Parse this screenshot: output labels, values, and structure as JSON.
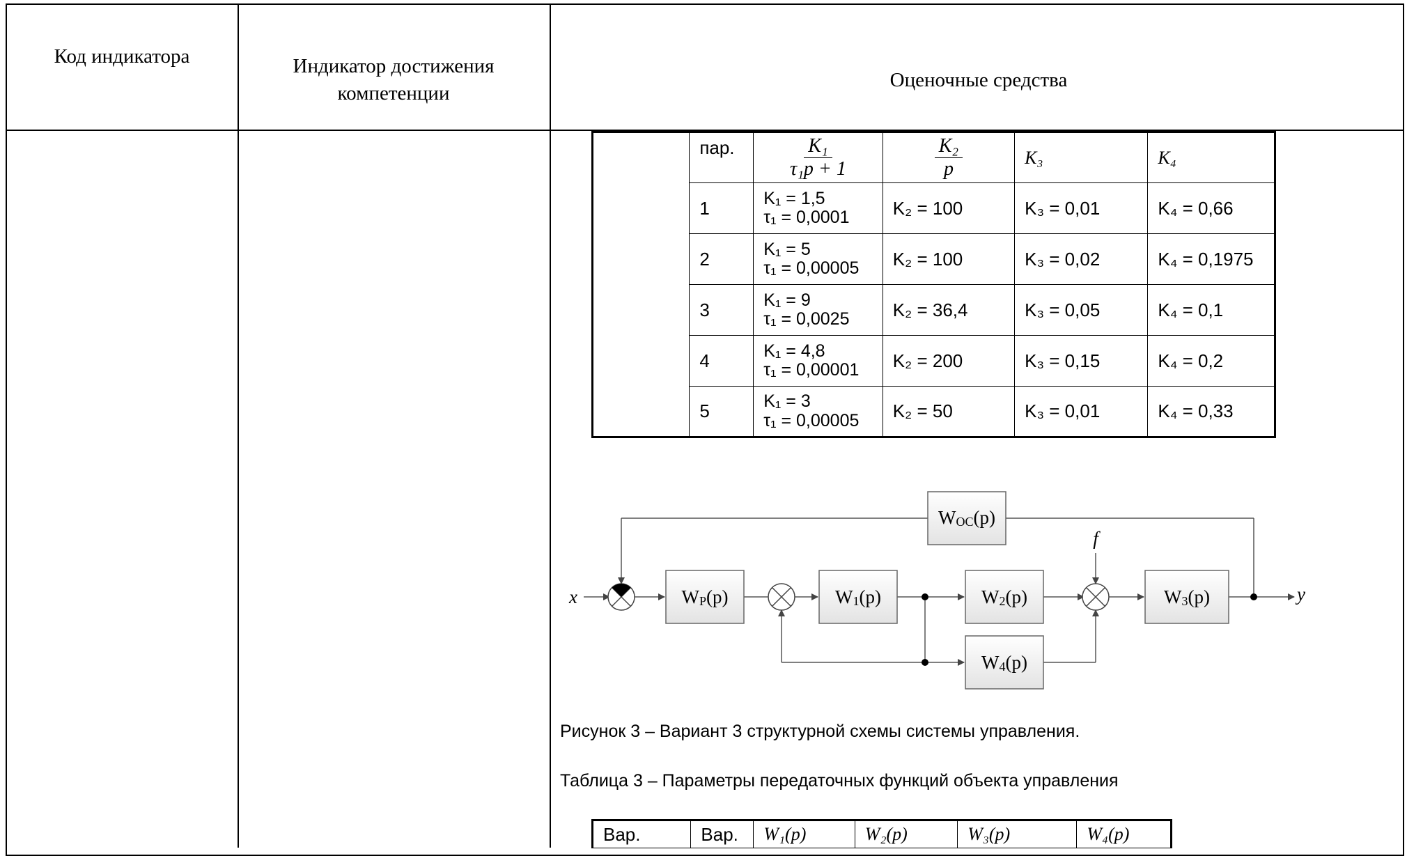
{
  "header": {
    "col1": "Код индикатора",
    "col2": "Индикатор достижения компетенции",
    "col3": "Оценочные средства"
  },
  "table_params": {
    "header": {
      "c1": "пар.",
      "c2_num": "K₁",
      "c2_den": "τ₁p + 1",
      "c3_num": "K₂",
      "c3_den": "p",
      "c4": "K₃",
      "c5": "K₄"
    },
    "rows": [
      {
        "n": "1",
        "k1": "K₁ = 1,5",
        "t1": "τ₁ = 0,0001",
        "k2": "K₂ = 100",
        "k3": "K₃ = 0,01",
        "k4": "K₄ = 0,66"
      },
      {
        "n": "2",
        "k1": "K₁ = 5",
        "t1": "τ₁ = 0,00005",
        "k2": "K₂ = 100",
        "k3": "K₃ = 0,02",
        "k4": "K₄ = 0,1975"
      },
      {
        "n": "3",
        "k1": "K₁ = 9",
        "t1": "τ₁ = 0,0025",
        "k2": "K₂ = 36,4",
        "k3": "K₃ = 0,05",
        "k4": "K₄ = 0,1"
      },
      {
        "n": "4",
        "k1": "K₁ = 4,8",
        "t1": "τ₁ = 0,00001",
        "k2": "K₂ = 200",
        "k3": "K₃ = 0,15",
        "k4": "K₄ = 0,2"
      },
      {
        "n": "5",
        "k1": "K₁ = 3",
        "t1": "τ₁ = 0,00005",
        "k2": "K₂ = 50",
        "k3": "K₃ = 0,01",
        "k4": "K₄ = 0,33"
      }
    ]
  },
  "diagram": {
    "input": "x",
    "output": "y",
    "disturbance": "f",
    "blocks": {
      "woc": "W",
      "woc_sub": "OC",
      "wp": "W",
      "wp_sub": "P",
      "w1": "W",
      "w1_sub": "1",
      "w2": "W",
      "w2_sub": "2",
      "w3": "W",
      "w3_sub": "3",
      "w4": "W",
      "w4_sub": "4",
      "arg": "(p)"
    }
  },
  "figure_caption": "Рисунок 3 – Вариант 3 структурной схемы системы управления.",
  "table_caption": "Таблица 3 – Параметры передаточных функций объекта управления",
  "table3_header": [
    "Вар.",
    "Вар.",
    "W₁(p)",
    "W₂(p)",
    "W₃(p)",
    "W₄(p)"
  ]
}
